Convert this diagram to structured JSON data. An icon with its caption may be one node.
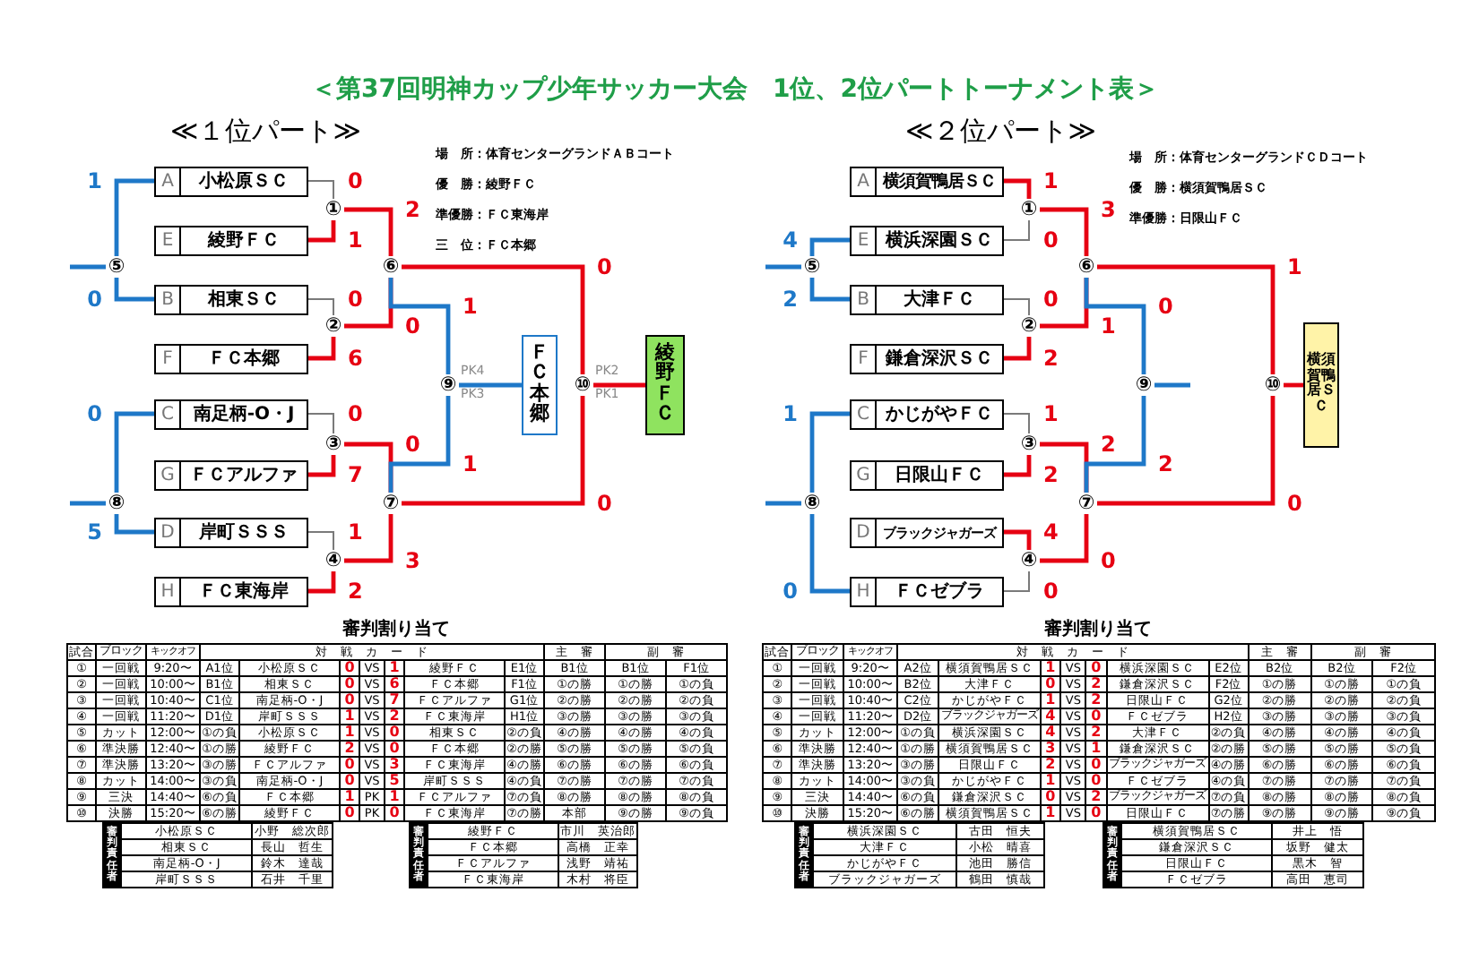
{
  "diagram": {
    "title": "＜第37回明神カップ少年サッカー大会　1位、2位パートトーナメント表＞",
    "nodes": [
      {
        "text": [
          "A",
          "小松原ＳＣ"
        ]
      },
      {
        "text": [
          "E",
          "綾野ＦＣ"
        ]
      },
      {
        "text": [
          "B",
          "相東ＳＣ"
        ]
      },
      {
        "text": [
          "F",
          "ＦＣ本郷"
        ]
      },
      {
        "text": [
          "C",
          "南足柄-O・J"
        ]
      },
      {
        "text": [
          "G",
          "ＦＣアルファ"
        ]
      },
      {
        "text": [
          "D",
          "岸町ＳＳＳ"
        ]
      },
      {
        "text": [
          "H",
          "ＦＣ東海岸"
        ]
      },
      {
        "text": [
          "①"
        ]
      },
      {
        "text": [
          "②"
        ]
      },
      {
        "text": [
          "③"
        ]
      },
      {
        "text": [
          "④"
        ]
      },
      {
        "text": [
          "⑤"
        ]
      },
      {
        "text": [
          "⑥"
        ]
      },
      {
        "text": [
          "⑦"
        ]
      },
      {
        "text": [
          "⑧"
        ]
      },
      {
        "text": [
          "⑨"
        ],
        "beside": [
          "PK4",
          "PK3"
        ]
      },
      {
        "text": [
          "⑩"
        ],
        "beside": [
          "PK2",
          "PK1"
        ]
      },
      {
        "text": [
          "ＦＣ本郷"
        ]
      },
      {
        "text": [
          "綾野ＦＣ"
        ]
      },
      {
        "text": [
          "A",
          "横須賀鴨居ＳＣ"
        ]
      },
      {
        "text": [
          "E",
          "横浜深園ＳＣ"
        ]
      },
      {
        "text": [
          "B",
          "大津ＦＣ"
        ]
      },
      {
        "text": [
          "F",
          "鎌倉深沢ＳＣ"
        ]
      },
      {
        "text": [
          "C",
          "かじがやＦＣ"
        ]
      },
      {
        "text": [
          "G",
          "日限山ＦＣ"
        ]
      },
      {
        "text": [
          "D",
          "ブラックジャガーズ"
        ]
      },
      {
        "text": [
          "H",
          "ＦＣゼブラ"
        ]
      },
      {
        "text": [
          "①"
        ]
      },
      {
        "text": [
          "②"
        ]
      },
      {
        "text": [
          "③"
        ]
      },
      {
        "text": [
          "④"
        ]
      },
      {
        "text": [
          "⑤"
        ]
      },
      {
        "text": [
          "⑥"
        ]
      },
      {
        "text": [
          "⑦"
        ]
      },
      {
        "text": [
          "⑧"
        ]
      },
      {
        "text": [
          "⑨"
        ]
      },
      {
        "text": [
          "⑩"
        ]
      },
      {
        "text": [
          "横須賀鴨居ＳＣ"
        ]
      }
    ],
    "edges": [
      {
        "from": 0,
        "to": 8,
        "arrow": "none",
        "label": "0",
        "color": "#7a7a7a"
      },
      {
        "from": 1,
        "to": 8,
        "arrow": "none",
        "label": "1"
      },
      {
        "from": 2,
        "to": 9,
        "arrow": "none",
        "label": "0",
        "color": "#7a7a7a"
      },
      {
        "from": 3,
        "to": 9,
        "arrow": "none",
        "label": "6"
      },
      {
        "from": 4,
        "to": 10,
        "arrow": "none",
        "label": "0",
        "color": "#7a7a7a"
      },
      {
        "from": 5,
        "to": 10,
        "arrow": "none",
        "label": "7"
      },
      {
        "from": 6,
        "to": 11,
        "arrow": "none",
        "label": "1",
        "color": "#7a7a7a"
      },
      {
        "from": 7,
        "to": 11,
        "arrow": "none",
        "label": "2"
      },
      {
        "from": 8,
        "to": 13,
        "arrow": "none",
        "label": "2"
      },
      {
        "from": 9,
        "to": 13,
        "arrow": "none",
        "label": "0"
      },
      {
        "from": 10,
        "to": 14,
        "arrow": "none",
        "label": "0"
      },
      {
        "from": 11,
        "to": 14,
        "arrow": "none",
        "label": "3"
      },
      {
        "from": 13,
        "to": 17,
        "arrow": "none",
        "label": "0"
      },
      {
        "from": 14,
        "to": 17,
        "arrow": "none",
        "label": "0"
      },
      {
        "from": 13,
        "to": 16,
        "arrow": "none",
        "label": "1",
        "color": "#1e78c8"
      },
      {
        "from": 14,
        "to": 16,
        "arrow": "none",
        "label": "1",
        "color": "#1e78c8"
      },
      {
        "from": 16,
        "to": 18,
        "arrow": "none",
        "color": "#1e78c8"
      },
      {
        "from": 17,
        "to": 19,
        "arrow": "none"
      },
      {
        "from": 0,
        "to": 12,
        "arrow": "none",
        "label": "1",
        "color": "#1e78c8"
      },
      {
        "from": 2,
        "to": 12,
        "arrow": "none",
        "label": "0",
        "color": "#1e78c8"
      },
      {
        "from": 12,
        "to": null,
        "arrow": "none",
        "color": "#1e78c8"
      },
      {
        "from": 4,
        "to": 15,
        "arrow": "none",
        "label": "0",
        "color": "#1e78c8"
      },
      {
        "from": 6,
        "to": 15,
        "arrow": "none",
        "label": "5",
        "color": "#1e78c8"
      },
      {
        "from": 15,
        "to": null,
        "arrow": "none",
        "color": "#1e78c8"
      },
      {
        "from": 20,
        "to": 28,
        "arrow": "none",
        "label": "1"
      },
      {
        "from": 21,
        "to": 28,
        "arrow": "none",
        "label": "0",
        "color": "#7a7a7a"
      },
      {
        "from": 22,
        "to": 29,
        "arrow": "none",
        "label": "0",
        "color": "#7a7a7a"
      },
      {
        "from": 23,
        "to": 29,
        "arrow": "none",
        "label": "2"
      },
      {
        "from": 24,
        "to": 30,
        "arrow": "none",
        "label": "1",
        "color": "#7a7a7a"
      },
      {
        "from": 25,
        "to": 30,
        "arrow": "none",
        "label": "2"
      },
      {
        "from": 26,
        "to": 31,
        "arrow": "none",
        "label": "4"
      },
      {
        "from": 27,
        "to": 31,
        "arrow": "none",
        "label": "0",
        "color": "#7a7a7a"
      },
      {
        "from": 28,
        "to": 33,
        "arrow": "none",
        "label": "3"
      },
      {
        "from": 29,
        "to": 33,
        "arrow": "none",
        "label": "1"
      },
      {
        "from": 30,
        "to": 34,
        "arrow": "none",
        "label": "2"
      },
      {
        "from": 31,
        "to": 34,
        "arrow": "none",
        "label": "0"
      },
      {
        "from": 33,
        "to": 37,
        "arrow": "none",
        "label": "1"
      },
      {
        "from": 34,
        "to": 37,
        "arrow": "none",
        "label": "0"
      },
      {
        "from": 33,
        "to": 36,
        "arrow": "none",
        "label": "0",
        "color": "#1e78c8"
      },
      {
        "from": 34,
        "to": 36,
        "arrow": "none",
        "label": "2",
        "color": "#1e78c8"
      },
      {
        "from": 36,
        "to": null,
        "arrow": "none",
        "color": "#1e78c8"
      },
      {
        "from": 37,
        "to": 38,
        "arrow": "none"
      },
      {
        "from": 21,
        "to": 32,
        "arrow": "none",
        "label": "4",
        "color": "#1e78c8"
      },
      {
        "from": 22,
        "to": 32,
        "arrow": "none",
        "label": "2",
        "color": "#1e78c8"
      },
      {
        "from": 32,
        "to": null,
        "arrow": "none",
        "color": "#1e78c8"
      },
      {
        "from": 24,
        "to": 35,
        "arrow": "none",
        "label": "1",
        "color": "#1e78c8"
      },
      {
        "from": 27,
        "to": 35,
        "arrow": "none",
        "label": "0",
        "color": "#1e78c8"
      },
      {
        "from": 35,
        "to": null,
        "arrow": "none",
        "color": "#1e78c8"
      }
    ],
    "labels": [
      "≪１位パート≫",
      "場　所：体育センターグランドＡＢコート",
      "優　勝：綾野ＦＣ",
      "準優勝：ＦＣ東海岸",
      "三　位：ＦＣ本郷",
      "審判割り当て",
      "試合",
      "ブロック",
      "キックオフ",
      "対　戦　カ　ー　ド",
      "主　審",
      "副　審",
      "①",
      "一回戦",
      "9:20〜",
      "A1位",
      "小松原ＳＣ",
      "0",
      "VS",
      "1",
      "綾野ＦＣ",
      "E1位",
      "B1位",
      "B1位",
      "F1位",
      "②",
      "一回戦",
      "10:00〜",
      "B1位",
      "相東ＳＣ",
      "0",
      "VS",
      "6",
      "ＦＣ本郷",
      "F1位",
      "①の勝",
      "①の勝",
      "①の負",
      "③",
      "一回戦",
      "10:40〜",
      "C1位",
      "南足柄-O・J",
      "0",
      "VS",
      "7",
      "ＦＣアルファ",
      "G1位",
      "②の勝",
      "②の勝",
      "②の負",
      "④",
      "一回戦",
      "11:20〜",
      "D1位",
      "岸町ＳＳＳ",
      "1",
      "VS",
      "2",
      "ＦＣ東海岸",
      "H1位",
      "③の勝",
      "③の勝",
      "③の負",
      "⑤",
      "カット",
      "12:00〜",
      "①の負",
      "小松原ＳＣ",
      "1",
      "VS",
      "0",
      "相東ＳＣ",
      "②の負",
      "④の勝",
      "④の勝",
      "④の負",
      "⑥",
      "準決勝",
      "12:40〜",
      "①の勝",
      "綾野ＦＣ",
      "2",
      "VS",
      "0",
      "ＦＣ本郷",
      "②の勝",
      "⑤の勝",
      "⑤の勝",
      "⑤の負",
      "⑦",
      "準決勝",
      "13:20〜",
      "③の勝",
      "ＦＣアルファ",
      "0",
      "VS",
      "3",
      "ＦＣ東海岸",
      "④の勝",
      "⑥の勝",
      "⑥の勝",
      "⑥の負",
      "⑧",
      "カット",
      "14:00〜",
      "③の負",
      "南足柄-O・J",
      "0",
      "VS",
      "5",
      "岸町ＳＳＳ",
      "④の負",
      "⑦の勝",
      "⑦の勝",
      "⑦の負",
      "⑨",
      "三決",
      "14:40〜",
      "⑥の負",
      "ＦＣ本郷",
      "1",
      "PK",
      "1",
      "ＦＣアルファ",
      "⑦の負",
      "⑧の勝",
      "⑧の勝",
      "⑧の負",
      "⑩",
      "決勝",
      "15:20〜",
      "⑥の勝",
      "綾野ＦＣ",
      "0",
      "PK",
      "0",
      "ＦＣ東海岸",
      "⑦の勝",
      "本部",
      "⑨の勝",
      "⑨の負",
      "審判責任者",
      "小松原ＳＣ",
      "小野　総次郎",
      "相東ＳＣ",
      "長山　哲生",
      "南足柄-O・J",
      "鈴木　達哉",
      "岸町ＳＳＳ",
      "石井　千里",
      "審判責任者",
      "綾野ＦＣ",
      "市川　英治郎",
      "ＦＣ本郷",
      "高橋　正幸",
      "ＦＣアルファ",
      "浅野　靖祐",
      "ＦＣ東海岸",
      "木村　将臣",
      "≪２位パート≫",
      "場　所：体育センターグランドＣＤコート",
      "優　勝：横須賀鴨居ＳＣ",
      "準優勝：日限山ＦＣ",
      "審判割り当て",
      "試合",
      "ブロック",
      "キックオフ",
      "対　戦　カ　ー　ド",
      "主　審",
      "副　審",
      "①",
      "一回戦",
      "9:20〜",
      "A2位",
      "横須賀鴨居ＳＣ",
      "1",
      "VS",
      "0",
      "横浜深園ＳＣ",
      "E2位",
      "B2位",
      "B2位",
      "F2位",
      "②",
      "一回戦",
      "10:00〜",
      "B2位",
      "大津ＦＣ",
      "0",
      "VS",
      "2",
      "鎌倉深沢ＳＣ",
      "F2位",
      "①の勝",
      "①の勝",
      "①の負",
      "③",
      "一回戦",
      "10:40〜",
      "C2位",
      "かじがやＦＣ",
      "1",
      "VS",
      "2",
      "日限山ＦＣ",
      "G2位",
      "②の勝",
      "②の勝",
      "②の負",
      "④",
      "一回戦",
      "11:20〜",
      "D2位",
      "ブラックジャガーズ",
      "4",
      "VS",
      "0",
      "ＦＣゼブラ",
      "H2位",
      "③の勝",
      "③の勝",
      "③の負",
      "⑤",
      "カット",
      "12:00〜",
      "①の負",
      "横浜深園ＳＣ",
      "4",
      "VS",
      "2",
      "大津ＦＣ",
      "②の負",
      "④の勝",
      "④の勝",
      "④の負",
      "⑥",
      "準決勝",
      "12:40〜",
      "①の勝",
      "横須賀鴨居ＳＣ",
      "3",
      "VS",
      "1",
      "鎌倉深沢ＳＣ",
      "②の勝",
      "⑤の勝",
      "⑤の勝",
      "⑤の負",
      "⑦",
      "準決勝",
      "13:20〜",
      "③の勝",
      "日限山ＦＣ",
      "2",
      "VS",
      "0",
      "ブラックジャガーズ",
      "④の勝",
      "⑥の勝",
      "⑥の勝",
      "⑥の負",
      "⑧",
      "カット",
      "14:00〜",
      "③の負",
      "かじがやＦＣ",
      "1",
      "VS",
      "0",
      "ＦＣゼブラ",
      "④の負",
      "⑦の勝",
      "⑦の勝",
      "⑦の負",
      "⑨",
      "三決",
      "14:40〜",
      "⑥の負",
      "鎌倉深沢ＳＣ",
      "0",
      "VS",
      "2",
      "ブラックジャガーズ",
      "⑦の負",
      "⑧の勝",
      "⑧の勝",
      "⑧の負",
      "⑩",
      "決勝",
      "15:20〜",
      "⑥の勝",
      "横須賀鴨居ＳＣ",
      "1",
      "VS",
      "0",
      "日限山ＦＣ",
      "⑦の勝",
      "⑨の勝",
      "⑨の勝",
      "⑨の負",
      "審判責任者",
      "横浜深園ＳＣ",
      "古田　恒夫",
      "大津ＦＣ",
      "小松　晴喜",
      "かじがやＦＣ",
      "池田　勝信",
      "ブラックジャガーズ",
      "鶴田　慎哉",
      "審判責任者",
      "横須賀鴨居ＳＣ",
      "井上　悟",
      "鎌倉深沢ＳＣ",
      "坂野　健太",
      "日限山ＦＣ",
      "黒木　智",
      "ＦＣゼブラ",
      "高田　恵司"
    ]
  }
}
